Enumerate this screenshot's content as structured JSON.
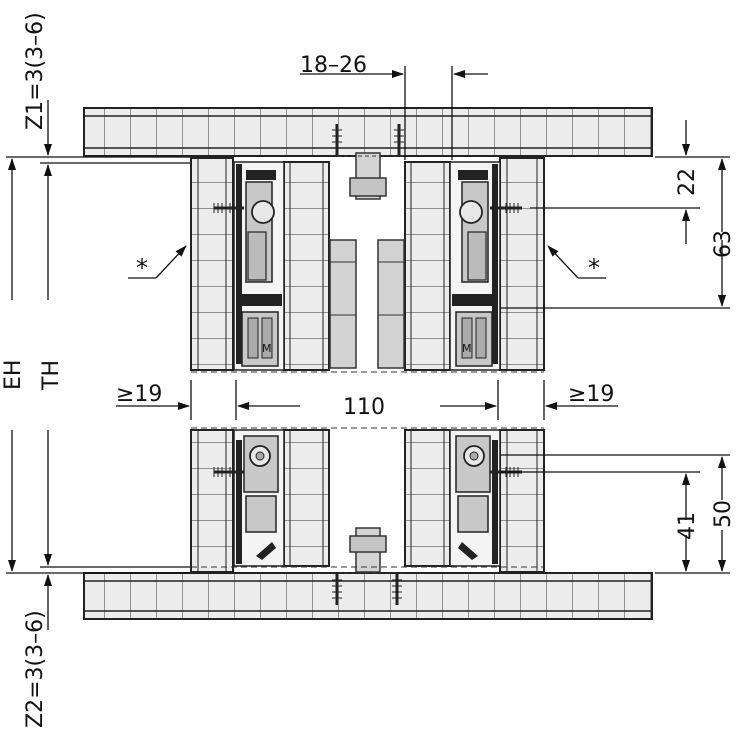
{
  "dimensions": {
    "top_gap": "18–26",
    "z1": "Z1=3(3–6)",
    "z2": "Z2=3(3–6)",
    "eh": "EH",
    "th": "TH",
    "d22": "22",
    "d63": "63",
    "d41": "41",
    "d50": "50",
    "ge19_left": "≥19",
    "ge19_right": "≥19",
    "d110": "110",
    "star_left": "*",
    "star_right": "*"
  },
  "part_mark_left": "M",
  "part_mark_right": "M"
}
